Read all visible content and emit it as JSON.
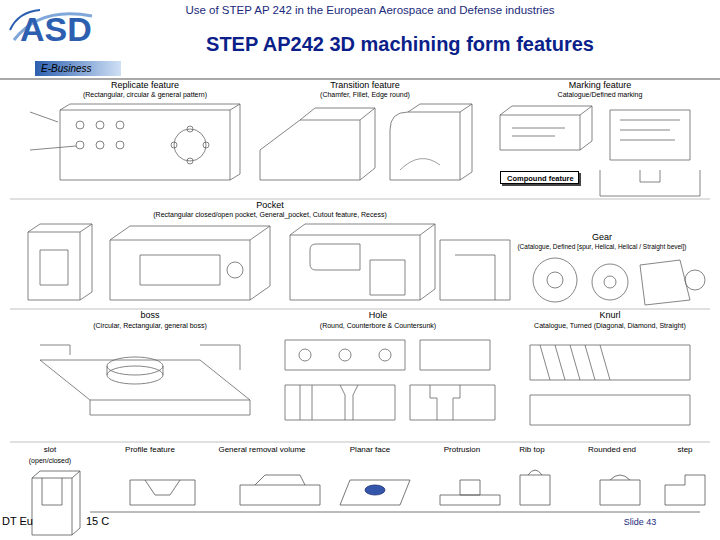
{
  "diagram": {
    "title": "STEP AP242 3D machining form features",
    "nodes": [
      {
        "text": [
          "E-Business"
        ]
      },
      {
        "text": [
          "Compound feature"
        ]
      }
    ],
    "labels": [
      "Use of STEP AP 242 in the European Aerospace and Defense industries",
      "ASD",
      "Replicate feature",
      "(Rectangular, circular & general pattern)",
      "Transition feature",
      "(Chamfer, Fillet, Edge round)",
      "Marking feature",
      "Catalogue/Defined marking",
      "Pocket",
      "(Rectangular closed/open pocket, General_pocket, Cutout feature, Recess)",
      "Gear",
      "(Catalogue, Defined [spur, Helical, Helical / Straight bevel])",
      "boss",
      "(Circular, Rectangular, general boss)",
      "Hole",
      "(Round, Counterbore & Countersunk)",
      "Knurl",
      "Catalogue, Turned (Diagonal, Diamond, Straight)",
      "slot",
      "(open/closed)",
      "Profile feature",
      "General removal volume",
      "Planar face",
      "Protrusion",
      "Rib top",
      "Rounded end",
      "step",
      "DT Eu",
      "15 C",
      "Slide 43"
    ]
  }
}
